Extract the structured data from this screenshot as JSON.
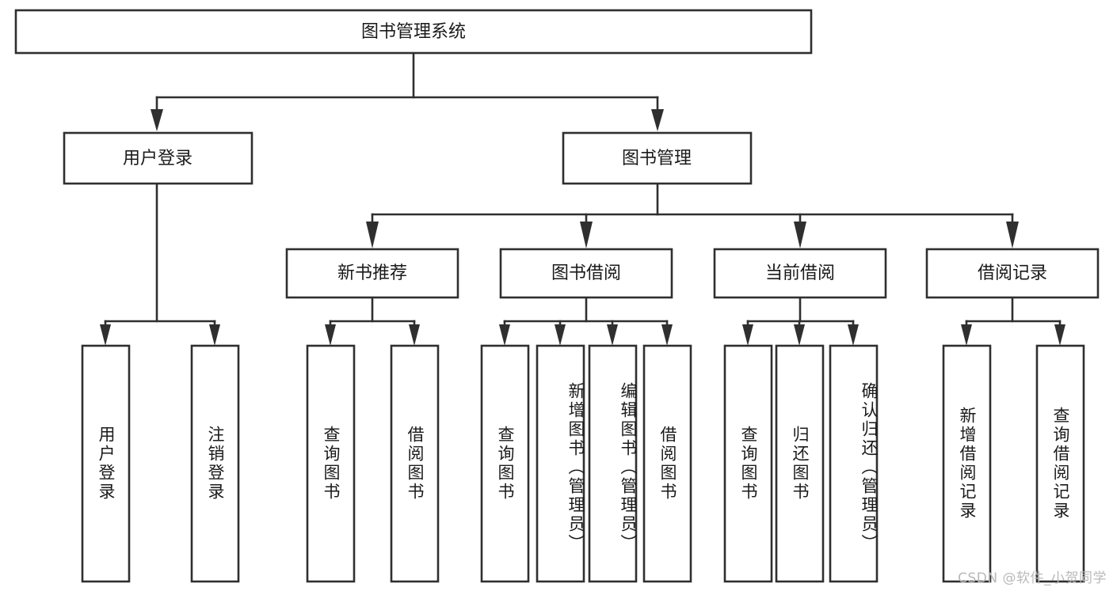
{
  "diagram": {
    "title": "图书管理系统",
    "type": "tree-hierarchy-flowchart",
    "colors": {
      "box_stroke": "#2f2f2f",
      "box_fill": "#ffffff",
      "text": "#1a1a1a",
      "background": "#ffffff",
      "watermark": "#b9b9b9"
    },
    "root": {
      "label": "图书管理系统"
    },
    "level2": [
      {
        "label": "用户登录"
      },
      {
        "label": "图书管理"
      }
    ],
    "level3": [
      {
        "label": "新书推荐"
      },
      {
        "label": "图书借阅"
      },
      {
        "label": "当前借阅"
      },
      {
        "label": "借阅记录"
      }
    ],
    "leaves": {
      "user_login": [
        {
          "label": "用户登录"
        },
        {
          "label": "注销登录"
        }
      ],
      "new_book_recommend": [
        {
          "label": "查询图书"
        },
        {
          "label": "借阅图书"
        }
      ],
      "book_borrow": [
        {
          "label": "查询图书"
        },
        {
          "label": "新增图书（管理员）"
        },
        {
          "label": "编辑图书（管理员）"
        },
        {
          "label": "借阅图书"
        }
      ],
      "current_borrow": [
        {
          "label": "查询图书"
        },
        {
          "label": "归还图书"
        },
        {
          "label": "确认归还（管理员）"
        }
      ],
      "borrow_record": [
        {
          "label": "新增借阅记录"
        },
        {
          "label": "查询借阅记录"
        }
      ]
    },
    "watermark": "CSDN @软件_小贺同学"
  }
}
